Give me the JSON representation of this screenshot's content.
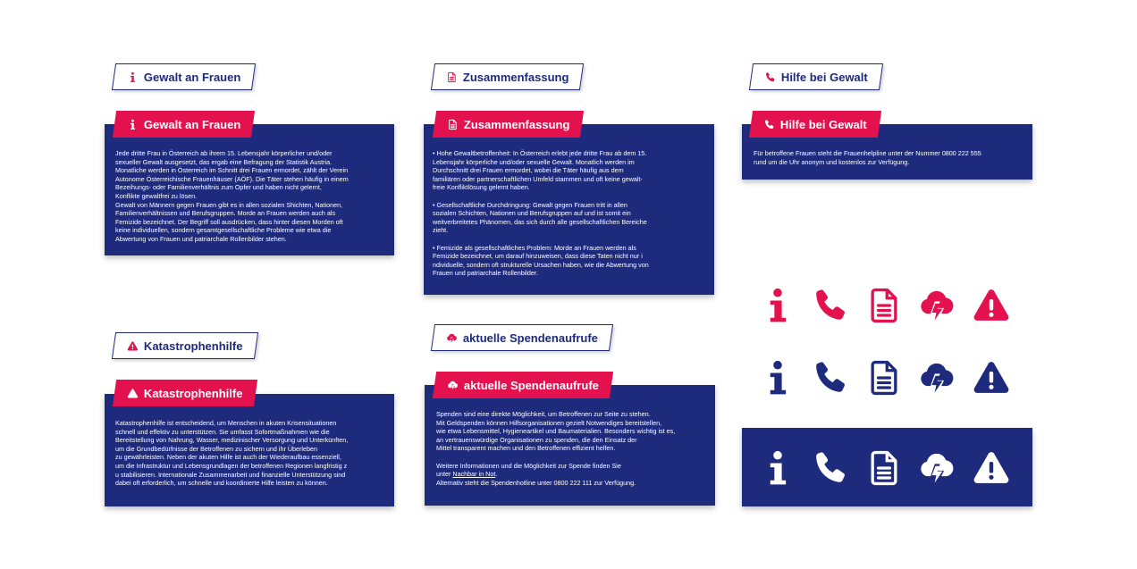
{
  "colors": {
    "navy": "#1e2a7c",
    "red": "#e3124f",
    "white": "#ffffff"
  },
  "tags": {
    "gewalt": "Gewalt an Frauen",
    "zusammenfassung": "Zusammenfassung",
    "hilfe": "Hilfe bei Gewalt",
    "katastrophe": "Katastrophenhilfe",
    "spenden": "aktuelle Spendenaufrufe"
  },
  "cards": {
    "gewalt": {
      "p1": "Jede dritte Frau in Österreich ab ihrem 15. Lebensjahr körperlicher und/oder\nsexueller Gewalt ausgesetzt, das ergab eine Befragung der Statistik Austria.\nMonatliche werden in Österreich im Schnitt drei Frauen ermordet, zählt der Verein\nAutonome Österreichische Frauenhäuser (AÖF). Die Täter stehen häufig in einem\nBezeihungs- oder Familienverhältnis zum Opfer und haben nicht gelernt,\nKonflikte gewaltfrei zu lösen.",
      "p2": "Gewalt von Männern gegen Frauen gibt es in allen sozialen Shichten, Nationen,\nFamilienverhältnissen und Berufsgruppen. Morde an Frauen werden auch als\nFemizide bezeichnet. Der Begriff soll ausdrücken, dass hinter diesen Morden oft\nkeine individuellen, sondern gesamtgesellschaftliche Probleme wie etwa die\nAbwertung von Frauen und patriarchale Rollenbilder stehen."
    },
    "zusammenfassung": {
      "b1": "• Hohe Gewaltbetroffenheit: In Österreich erlebt jede dritte Frau ab dem 15.\n  Lebensjahr körperliche und/oder sexuelle Gewalt. Monatlich werden im\n  Durchschnitt drei Frauen ermordet, wobei die Täter häufig aus dem\n  familiären oder partnerschaftlichen Umfeld stammen und oft keine gewalt-\n  freie Konfliktlösung gelernt haben.",
      "b2": "• Gesellschaftliche Durchdringung: Gewalt gegen Frauen tritt in allen\n  sozialen Schichten, Nationen und Berufsgruppen auf und ist somit ein\n  weitverbreitetes Phänomen, das sich durch alle gesellschaftlichen Bereiche\n  zieht.",
      "b3": "• Femizide als gesellschaftliches Problem: Morde an Frauen werden als\n  Femizide bezeichnet, um darauf hinzuweisen, dass diese Taten nicht nur i\n  ndividuelle, sondern oft strukturelle Ursachen haben, wie die Abwertung von\n  Frauen und patriarchale Rollenbilder."
    },
    "hilfe": {
      "p1": "Für betroffene Frauen steht die Frauenhelpline unter der Nummer 0800 222 555\nrund um die Uhr anonym und kostenlos zur Verfügung."
    },
    "katastrophe": {
      "p1": "Katastrophenhilfe ist entscheidend, um Menschen in akuten Krisensituationen\nschnell und effektiv zu unterstützen. Sie umfasst Sofortmaßnahmen wie die\nBereitstellung von Nahrung, Wasser, medizinischer Versorgung und Unterkünften,\num die Grundbedürfnisse der Betroffenen zu sichern und ihr Überleben\nzu gewährleisten. Neben der akuten Hilfe ist auch der Wiederaufbau essenziell,\num die Infrastruktur und Lebensgrundlagen der betroffenen Regionen langfristig z\nu stabilisieren. Internationale Zusammenarbeit und finanzielle Unterstützung sind\ndabei oft erforderlich, um schnelle und koordinierte Hilfe leisten zu können."
    },
    "spenden": {
      "p1": "Spenden sind eine direkte Möglichkeit, um Betroffenen zur Seite zu stehen.\nMit Geldspenden können Hilfsorganisationen gezielt Notwendiges bereitstellen,\nwie etwa Lebensmittel, Hygieneartikel und Baumaterialien. Besonders wichtig ist es,\nan vertrauenswürdige Organisationen zu spenden, die den Einsatz der\nMittel transparent machen und den Betroffenen effizient helfen.",
      "p2a": "Weitere Informationen und die Möglichkeit zur Spende finden Sie",
      "p2b_prefix": "unter ",
      "p2b_link": "Nachbar in Not",
      "p2b_suffix": ".",
      "p2c": "Alternativ steht die Spendenhotline unter 0800 222 111 zur Verfügung."
    }
  },
  "icon_rows": [
    {
      "style": "red-on-white",
      "icons": [
        "info-icon",
        "phone-icon",
        "document-icon",
        "storm-cloud-icon",
        "warning-icon"
      ]
    },
    {
      "style": "navy-on-white",
      "icons": [
        "info-icon",
        "phone-icon",
        "document-icon",
        "storm-cloud-icon",
        "warning-icon"
      ]
    },
    {
      "style": "white-on-navy",
      "icons": [
        "info-icon",
        "phone-icon",
        "document-icon",
        "storm-cloud-icon",
        "warning-icon"
      ]
    }
  ]
}
